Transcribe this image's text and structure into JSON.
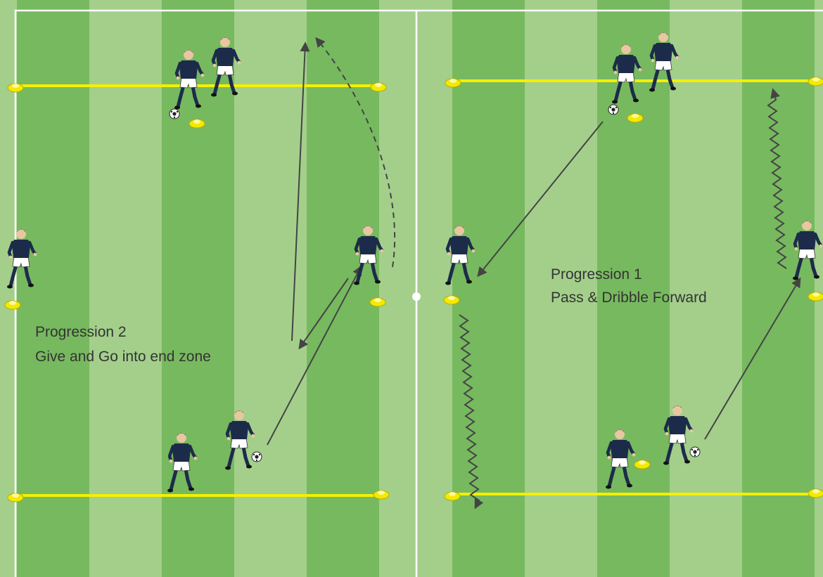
{
  "drill": {
    "left_section": {
      "title": "Progression 2",
      "subtitle": "Give and Go into end zone"
    },
    "right_section": {
      "title": "Progression 1",
      "subtitle": "Pass & Dribble Forward"
    }
  },
  "colors": {
    "grass_dark": "#77b95f",
    "grass_light": "#a3cf8b",
    "field_lines": "#ffffff",
    "end_zone_lines": "#f4f000",
    "cones": "#f4ea00",
    "player_shirt": "#1d2b4a",
    "player_shorts": "#ffffff",
    "arrows": "#444444"
  },
  "icons": {
    "player": "player-icon",
    "ball": "soccer-ball-icon",
    "cone": "cone-icon"
  }
}
